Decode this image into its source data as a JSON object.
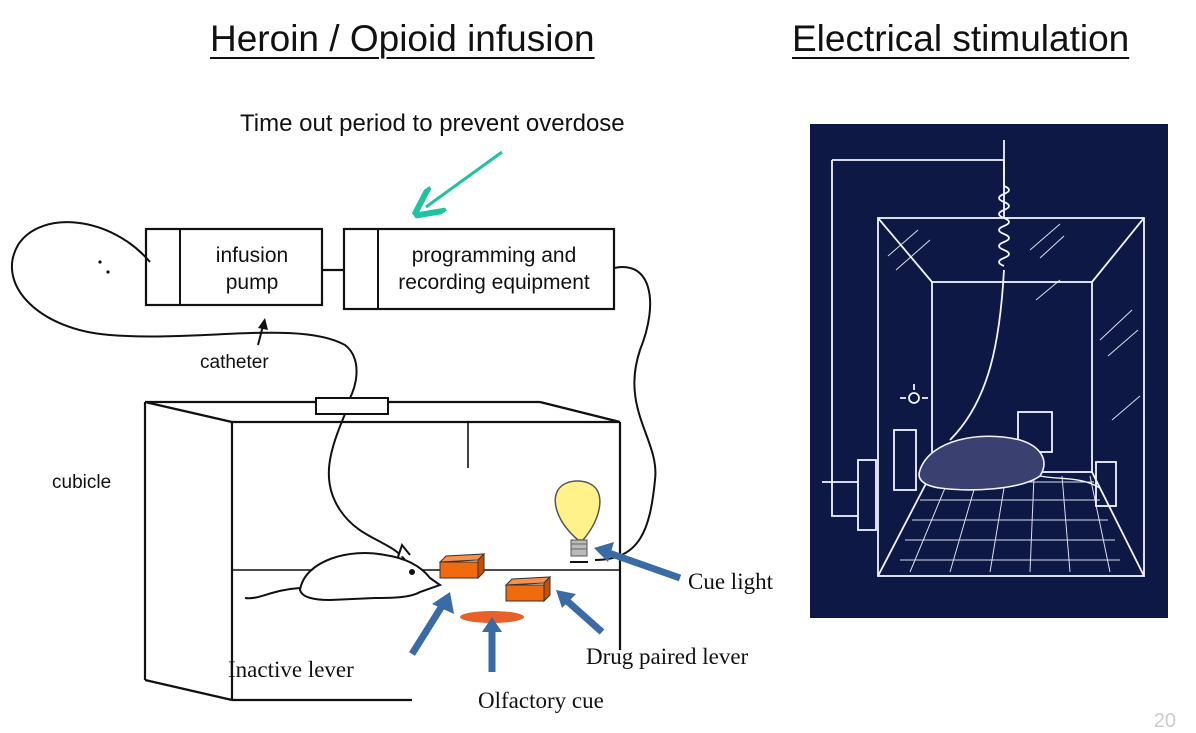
{
  "headings": {
    "left": "Heroin / Opioid infusion",
    "right": "Electrical stimulation"
  },
  "labels": {
    "timeout": "Time out period to prevent overdose",
    "infusion_pump_line1": "infusion",
    "infusion_pump_line2": "pump",
    "programming_line1": "programming and",
    "programming_line2": "recording equipment",
    "catheter": "catheter",
    "cubicle": "cubicle",
    "cue_light": "Cue light",
    "drug_lever": "Drug paired lever",
    "inactive_lever": "Inactive lever",
    "olfactory_cue": "Olfactory cue"
  },
  "slide_number": "20",
  "colors": {
    "arrow_blue": "#3a6ba5",
    "arrow_teal": "#1fc3a0",
    "lever_orange": "#f06a10",
    "cue_orange": "#e8602a",
    "bulb_yellow": "#fff28a",
    "panel_navy": "#0d1845"
  }
}
